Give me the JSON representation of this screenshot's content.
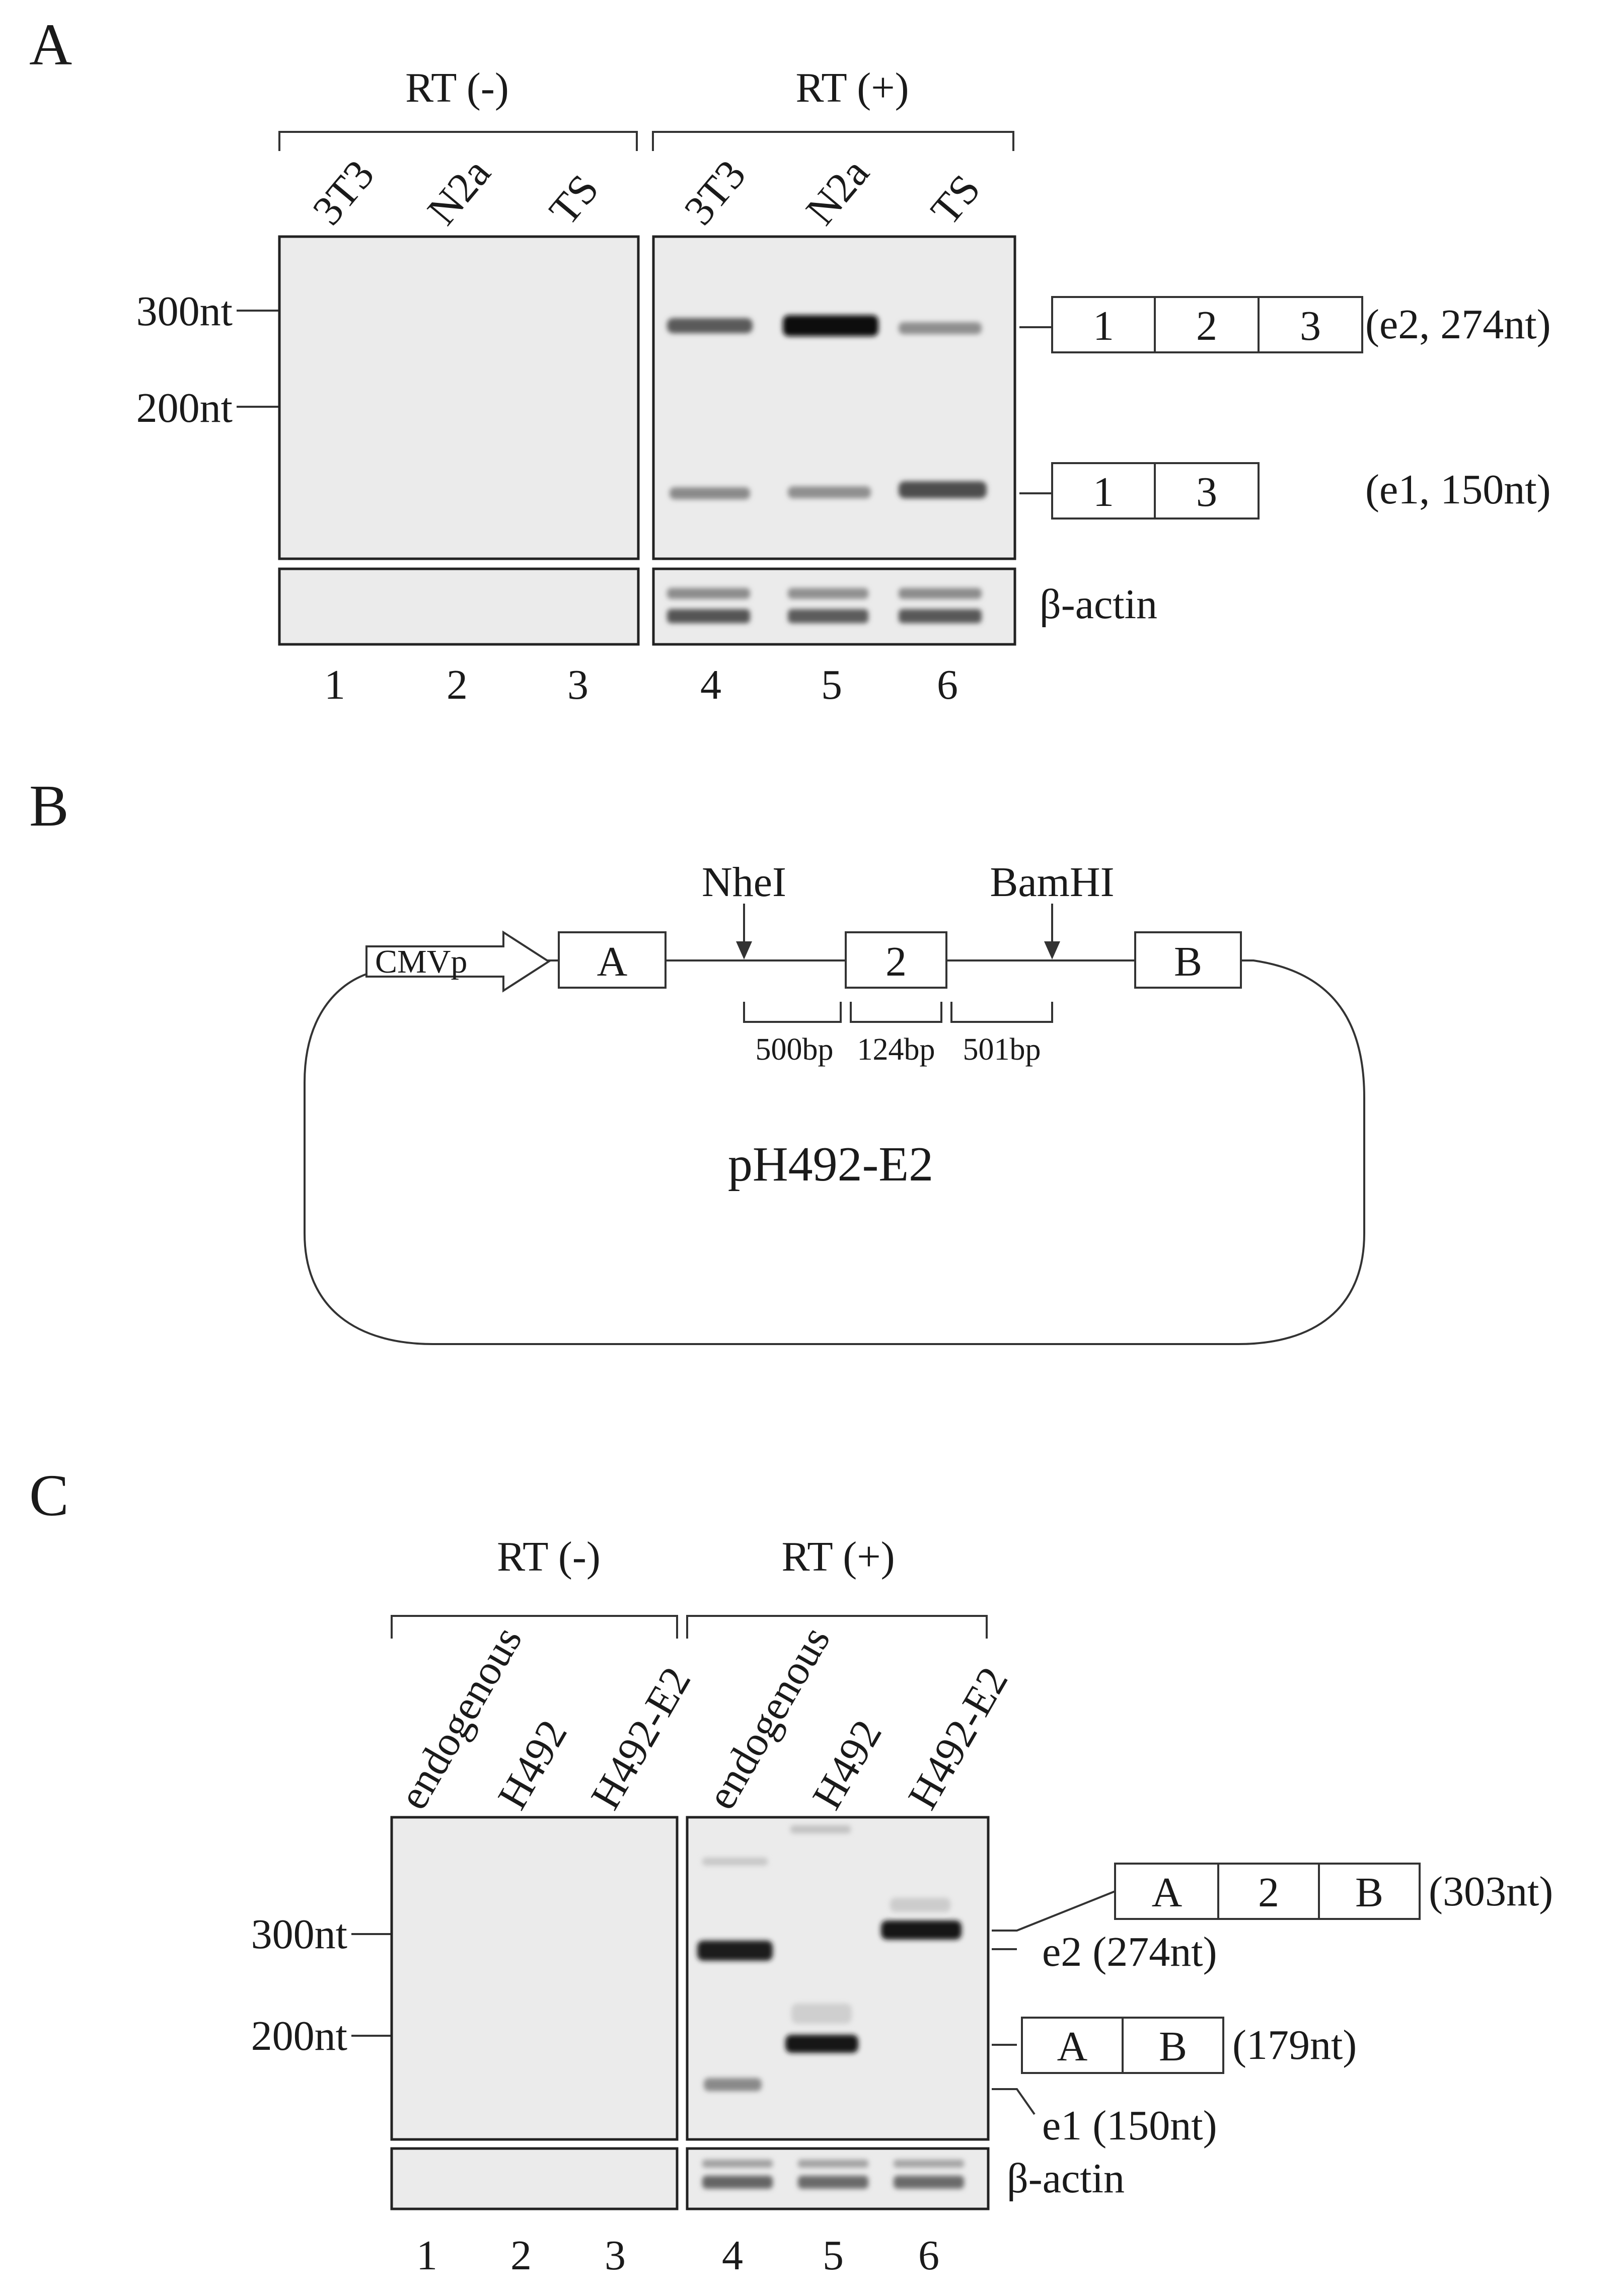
{
  "panel_a": {
    "letter": "A",
    "groups": [
      "RT (-)",
      "RT (+)"
    ],
    "lanes": [
      {
        "number": "1",
        "sample": "3T3"
      },
      {
        "number": "2",
        "sample": "N2a"
      },
      {
        "number": "3",
        "sample": "TS"
      },
      {
        "number": "4",
        "sample": "3T3"
      },
      {
        "number": "5",
        "sample": "N2a"
      },
      {
        "number": "6",
        "sample": "TS"
      }
    ],
    "markers": [
      "300nt",
      "200nt"
    ],
    "products": [
      {
        "exons": [
          "1",
          "2",
          "3"
        ],
        "label": "(e2, 274nt)"
      },
      {
        "exons": [
          "1",
          "3"
        ],
        "label": "(e1, 150nt)"
      }
    ],
    "loading_control": "β-actin"
  },
  "panel_b": {
    "letter": "B",
    "plasmid_name": "pH492-E2",
    "promoter": "CMVp",
    "exons": [
      "A",
      "2",
      "B"
    ],
    "restriction_sites": [
      "NheI",
      "BamHI"
    ],
    "segments": [
      "500bp",
      "124bp",
      "501bp"
    ]
  },
  "panel_c": {
    "letter": "C",
    "groups": [
      "RT (-)",
      "RT (+)"
    ],
    "lanes": [
      {
        "number": "1",
        "sample": "endogenous"
      },
      {
        "number": "2",
        "sample": "H492"
      },
      {
        "number": "3",
        "sample": "H492-E2"
      },
      {
        "number": "4",
        "sample": "endogenous"
      },
      {
        "number": "5",
        "sample": "H492"
      },
      {
        "number": "6",
        "sample": "H492-E2"
      }
    ],
    "markers": [
      "300nt",
      "200nt"
    ],
    "products": [
      {
        "exons": [
          "A",
          "2",
          "B"
        ],
        "label": "(303nt)"
      },
      {
        "label": "e2 (274nt)"
      },
      {
        "exons": [
          "A",
          "B"
        ],
        "label": "(179nt)"
      },
      {
        "label": "e1 (150nt)"
      }
    ],
    "loading_control": "β-actin"
  }
}
